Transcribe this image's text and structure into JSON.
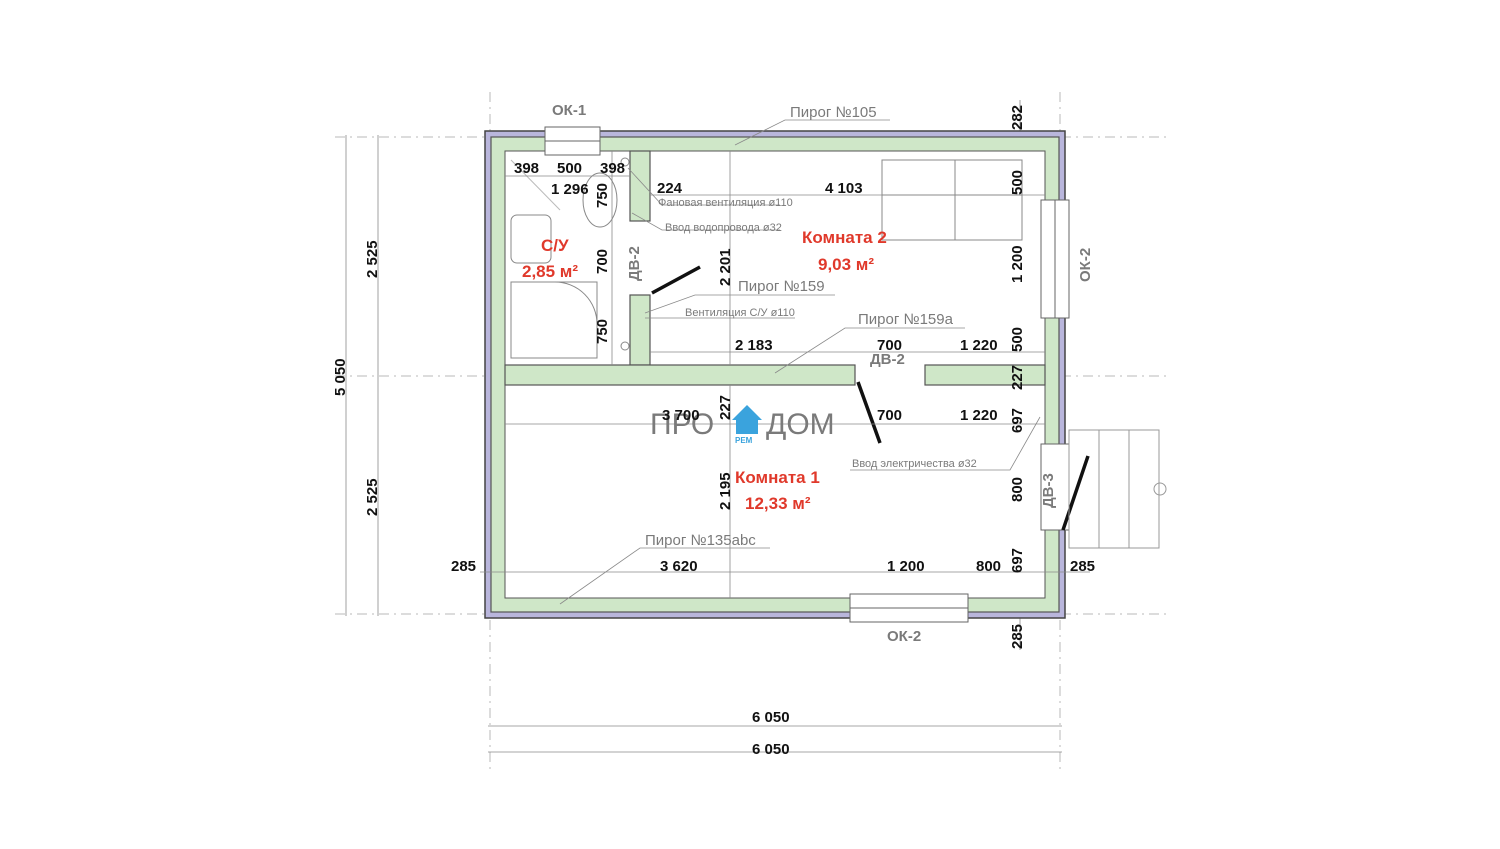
{
  "labels": {
    "ok1_top": "ОК-1",
    "ok2_bottom": "ОК-2",
    "ok2_right": "ОК-2",
    "dv2_left": "ДВ-2",
    "dv2_mid": "ДВ-2",
    "dv3": "ДВ-3"
  },
  "leaders": {
    "pirog105": "Пирог №105",
    "pirog159": "Пирог №159",
    "pirog159a": "Пирог №159а",
    "pirog135": "Пирог №135abc",
    "fan_vent": "Фановая вентиляция ø110",
    "water": "Ввод водопровода ø32",
    "vent_su": "Вентиляция С/У ø110",
    "electric": "Ввод электричества ø32"
  },
  "rooms": {
    "su_name": "С/У",
    "su_area": "2,85 м²",
    "room2_name": "Комната 2",
    "room2_area": "9,03 м²",
    "room1_name": "Комната 1",
    "room1_area": "12,33 м²"
  },
  "logo": {
    "left": "ПРО",
    "right": "ДОМ",
    "sub": "РЕМ"
  },
  "dims": {
    "total_width_1": "6 050",
    "total_width_2": "6 050",
    "total_height": "5 050",
    "left_upper": "2 525",
    "left_lower": "2 525",
    "top_282": "282",
    "right_500a": "500",
    "right_1200": "1 200",
    "right_500b": "500",
    "right_227": "227",
    "right_697a": "697",
    "right_800": "800",
    "right_697b": "697",
    "bottom_285_right": "285",
    "left_285": "285",
    "right_285": "285",
    "su_398a": "398",
    "su_500": "500",
    "su_398b": "398",
    "su_1296": "1 296",
    "su_750a": "750",
    "su_700": "700",
    "su_750b": "750",
    "r2_224": "224",
    "r2_4103": "4 103",
    "r2_2201": "2 201",
    "r2_2183": "2 183",
    "r2_700": "700",
    "r2_1220": "1 220",
    "r1_3700": "3 700",
    "r1_227": "227",
    "r1_700": "700",
    "r1_1220": "1 220",
    "r1_2195": "2 195",
    "r1_3620": "3 620",
    "r1_1200": "1 200",
    "r1_800": "800"
  }
}
